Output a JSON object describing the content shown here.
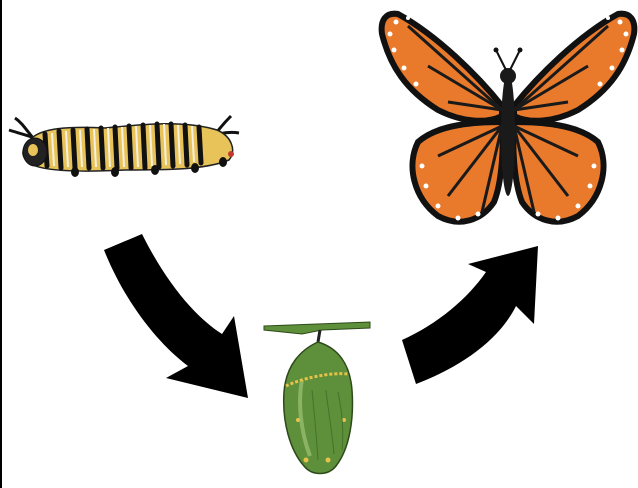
{
  "diagram": {
    "stages": [
      {
        "id": "caterpillar",
        "order": 1
      },
      {
        "id": "chrysalis",
        "order": 2
      },
      {
        "id": "butterfly",
        "order": 3
      }
    ],
    "arrows": [
      {
        "from": "caterpillar",
        "to": "chrysalis"
      },
      {
        "from": "chrysalis",
        "to": "butterfly"
      }
    ]
  },
  "colors": {
    "background": "#ffffff",
    "arrow": "#000000",
    "wing_orange": "#E9792B",
    "wing_vein": "#1a1a1a",
    "chrysalis_green": "#5E8F3A",
    "caterpillar_yellow": "#E8C35A"
  }
}
